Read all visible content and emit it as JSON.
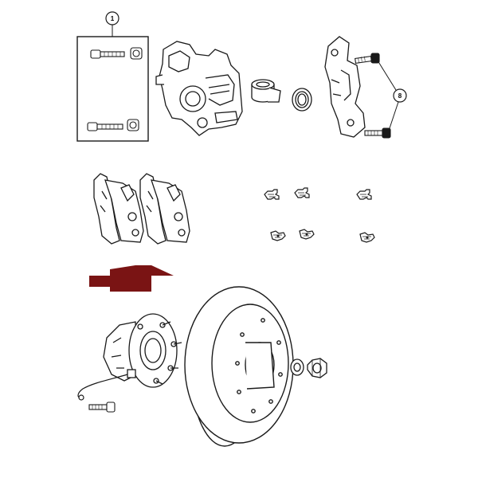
{
  "callouts": [
    {
      "label": "1"
    },
    {
      "label": "8"
    }
  ],
  "arrow_color": "#7a1414",
  "line_color": "#1a1a1a",
  "icons": [
    "bolt-kit-box",
    "caliper-housing",
    "caliper-piston",
    "piston-seal",
    "caliper-bracket",
    "brake-pad",
    "anti-rattle-clip",
    "direction-arrow",
    "hub-bearing",
    "abs-sensor-wire",
    "hub-bolt",
    "brake-rotor",
    "washer",
    "hub-nut"
  ]
}
